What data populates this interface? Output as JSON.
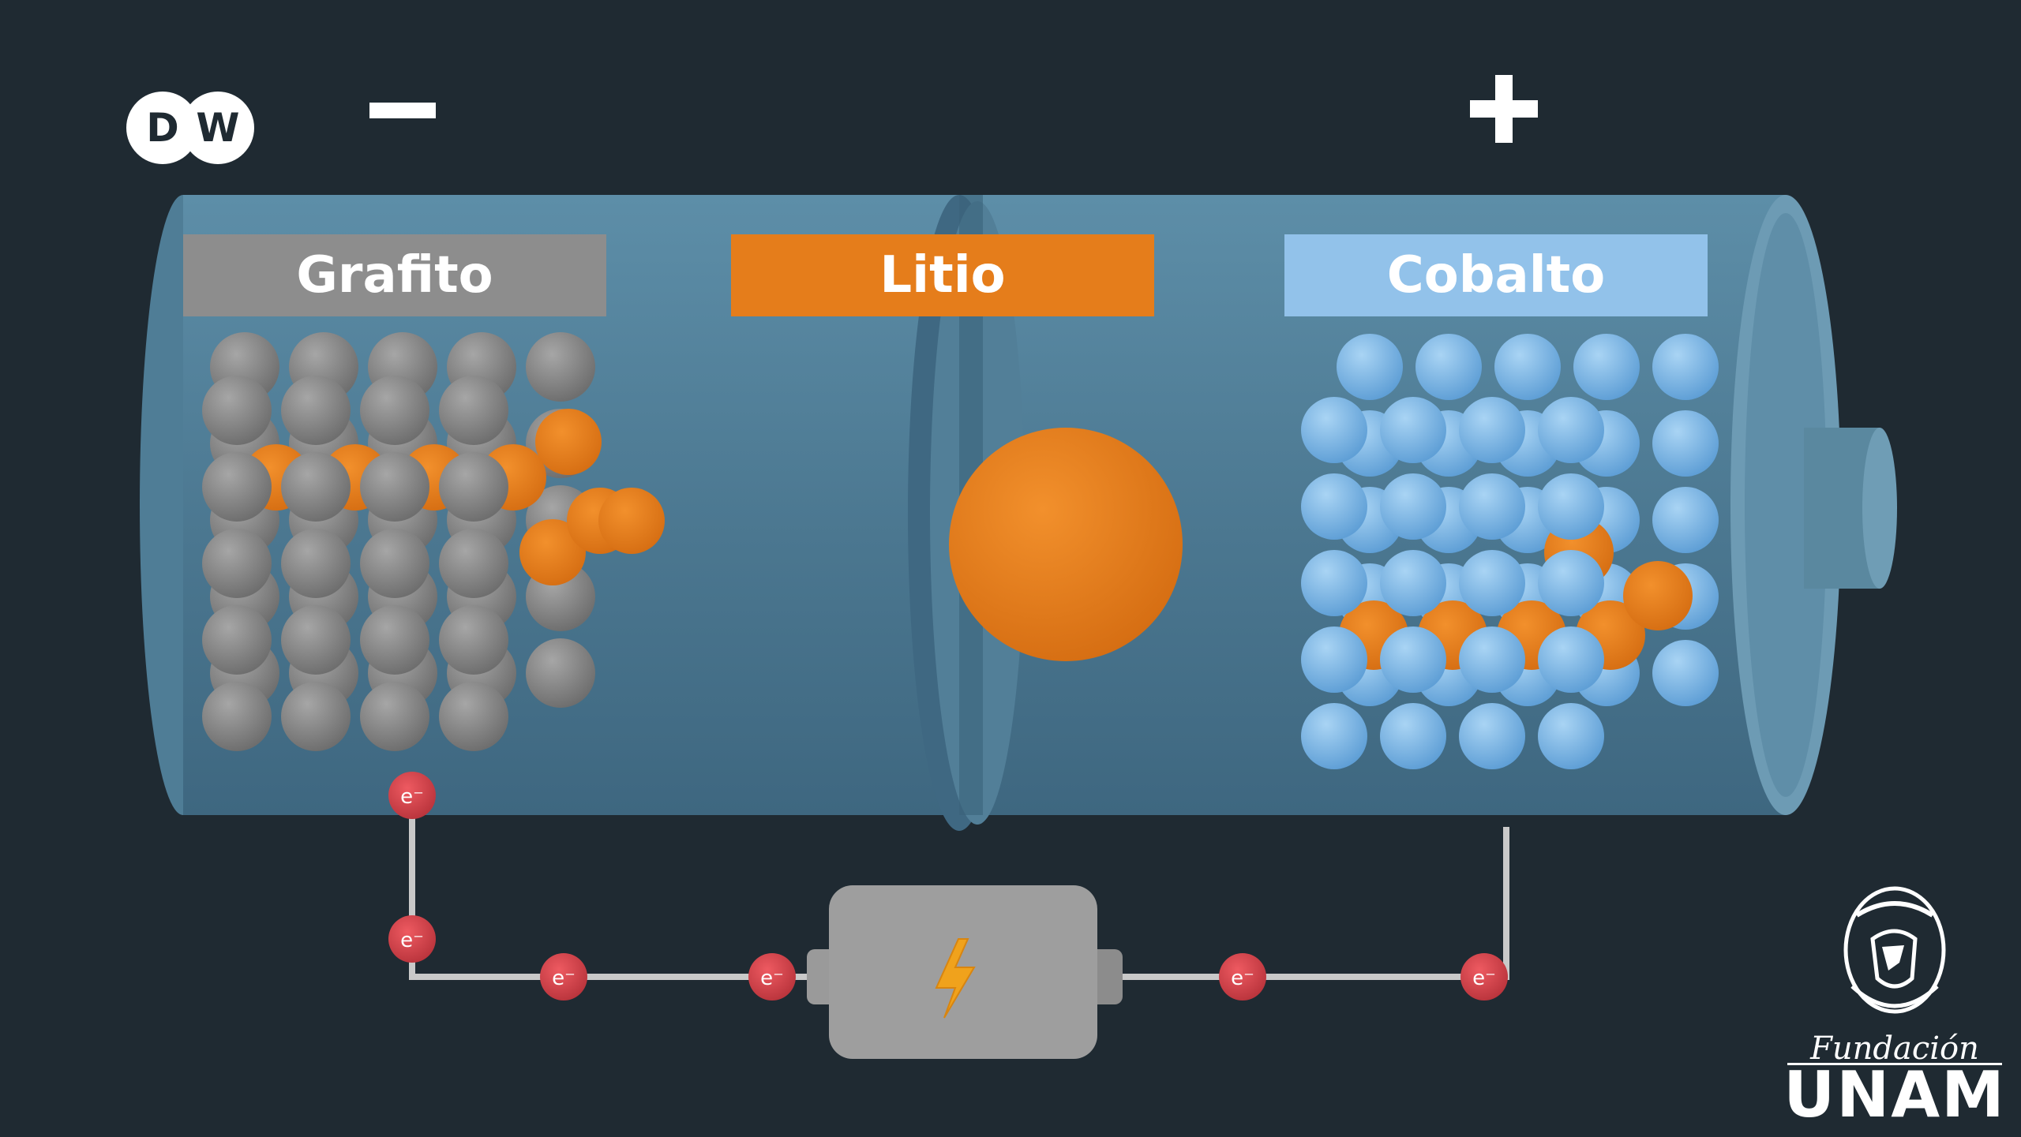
{
  "signs": {
    "negative": "−",
    "positive": "+"
  },
  "labels": {
    "grafito": "Grafito",
    "litio": "Litio",
    "cobalto": "Cobalto"
  },
  "electron_symbol": "e⁻",
  "logos": {
    "dw": "DW",
    "fundacion": "Fundación",
    "unam": "UNAM"
  },
  "icons": {
    "battery-bolt": "lightning-bolt-icon"
  },
  "colors": {
    "background": "#1f2a32",
    "battery_body": "#5c8aa3",
    "grafito": "#8d8d8d",
    "litio": "#e57d1b",
    "cobalto": "#92c2ea",
    "electron": "#d9464e",
    "wire": "#c9c9c9"
  }
}
